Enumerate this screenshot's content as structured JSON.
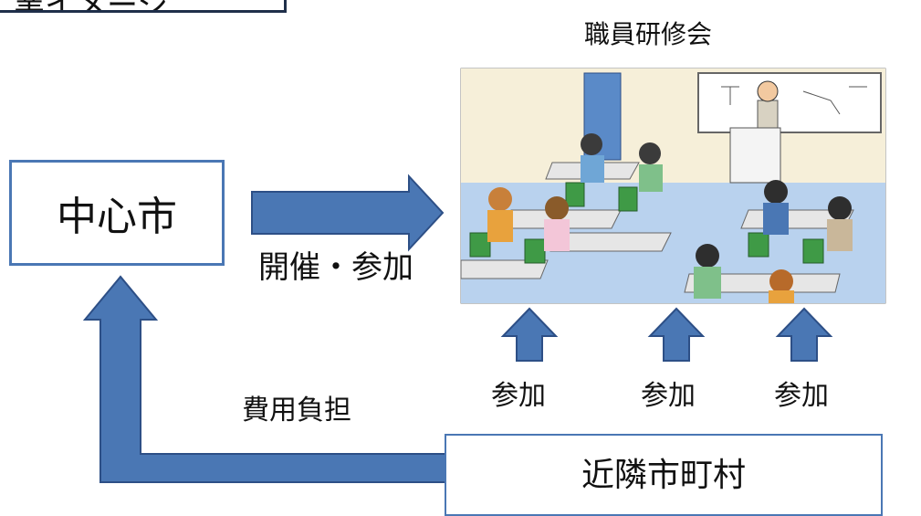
{
  "diagram": {
    "top_box_text": "業イメージ",
    "seminar_title": "職員研修会",
    "center_city": "中心市",
    "host_label": "開催・参加",
    "cost_label": "費用負担",
    "neighbor_towns": "近隣市町村",
    "participation_labels": [
      "参加",
      "参加",
      "参加"
    ]
  },
  "colors": {
    "arrow_fill": "#4a77b4",
    "arrow_stroke": "#2d4f86",
    "box_border": "#4a77b4"
  },
  "illustration": {
    "subject": "classroom-seminar",
    "description_icon": "teacher-and-students-icon"
  }
}
